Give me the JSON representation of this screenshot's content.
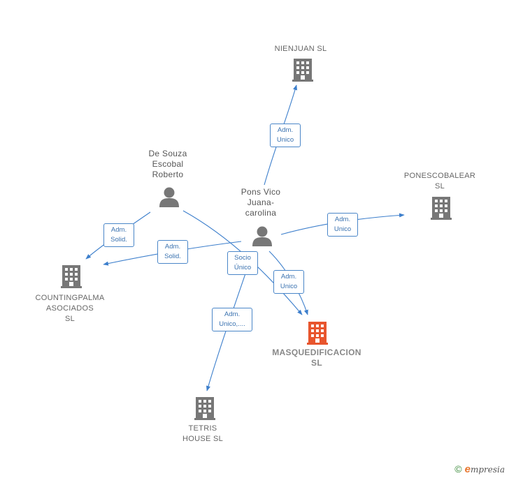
{
  "nodes": {
    "nienjuan": {
      "label": "NIENJUAN  SL",
      "type": "company"
    },
    "ponescobalear": {
      "label": "PONESCOBALEAR\nSL",
      "type": "company"
    },
    "countingpalma": {
      "label": "COUNTINGPALMA\nASOCIADOS\nSL",
      "type": "company"
    },
    "masquedificacion": {
      "label": "MASQUEDIFICACION\nSL",
      "type": "company",
      "color": "#e8552d"
    },
    "tetris": {
      "label": "TETRIS\nHOUSE  SL",
      "type": "company"
    },
    "desouza": {
      "label": "De Souza\nEscobal\nRoberto",
      "type": "person"
    },
    "pons": {
      "label": "Pons Vico\nJuana-\ncarolina",
      "type": "person"
    }
  },
  "edges": {
    "pons_nienjuan": "Adm.\nUnico",
    "pons_ponescobalear": "Adm.\nUnico",
    "desouza_counting": "Adm.\nSolid.",
    "pons_counting": "Adm.\nSolid.",
    "desouza_masque": "Socio\nÚnico",
    "pons_masque": "Adm.\nUnico",
    "pons_tetris": "Adm.\nUnico,...."
  },
  "colors": {
    "edge": "#3d7fcc",
    "icon": "#777777",
    "highlight": "#e8552d"
  },
  "copyright": {
    "symbol": "©",
    "brand_initial": "e",
    "brand_rest": "mpresia"
  }
}
